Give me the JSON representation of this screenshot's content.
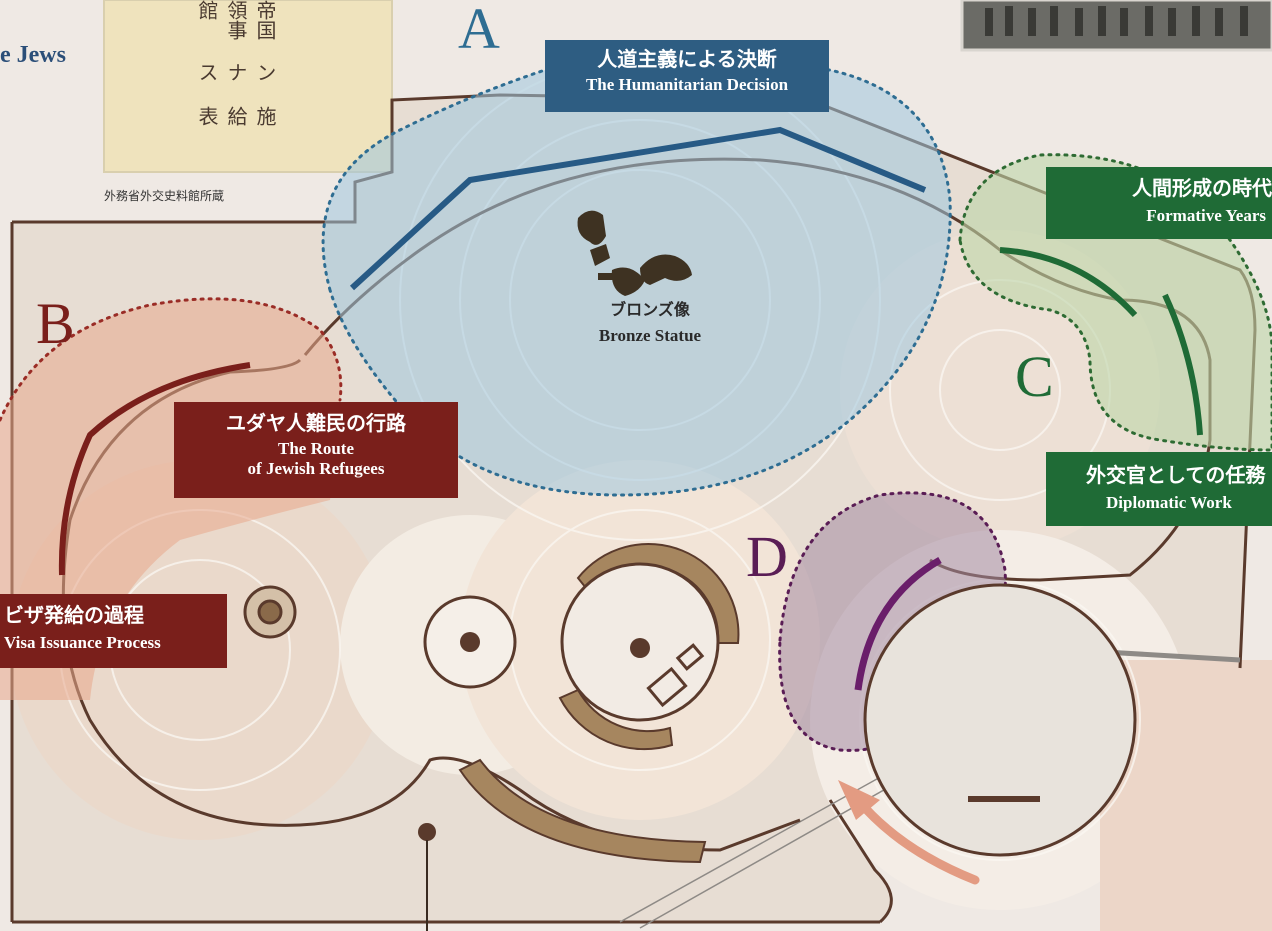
{
  "partial_title": "e Jews",
  "document_image": {
    "handwriting_lines": [
      "施給表",
      "ンナス",
      "帝国 領事館"
    ],
    "caption": "外務省外交史料館所蔵"
  },
  "zones": {
    "A": {
      "letter": "A",
      "title_jp": "人道主義による決断",
      "title_en": "The Humanitarian Decision",
      "color": "#2e6d92"
    },
    "B": {
      "letter": "B",
      "color": "#7a1f1b"
    },
    "C": {
      "letter": "C",
      "color": "#1f6b36"
    },
    "D": {
      "letter": "D",
      "color": "#5a1d55"
    }
  },
  "labels": {
    "route": {
      "jp": "ユダヤ人難民の行路",
      "en_line1": "The Route",
      "en_line2": "of Jewish Refugees",
      "color": "#7a1f1b"
    },
    "visa": {
      "jp": "ビザ発給の過程",
      "en": "Visa Issuance Process",
      "color": "#7a1f1b"
    },
    "formative": {
      "jp": "人間形成の時代",
      "en": "Formative Years",
      "color": "#1f6b36"
    },
    "diplomatic": {
      "jp": "外交官としての任務",
      "en": "Diplomatic Work",
      "color": "#1f6b36"
    }
  },
  "statue": {
    "jp": "ブロンズ像",
    "en": "Bronze Statue"
  }
}
